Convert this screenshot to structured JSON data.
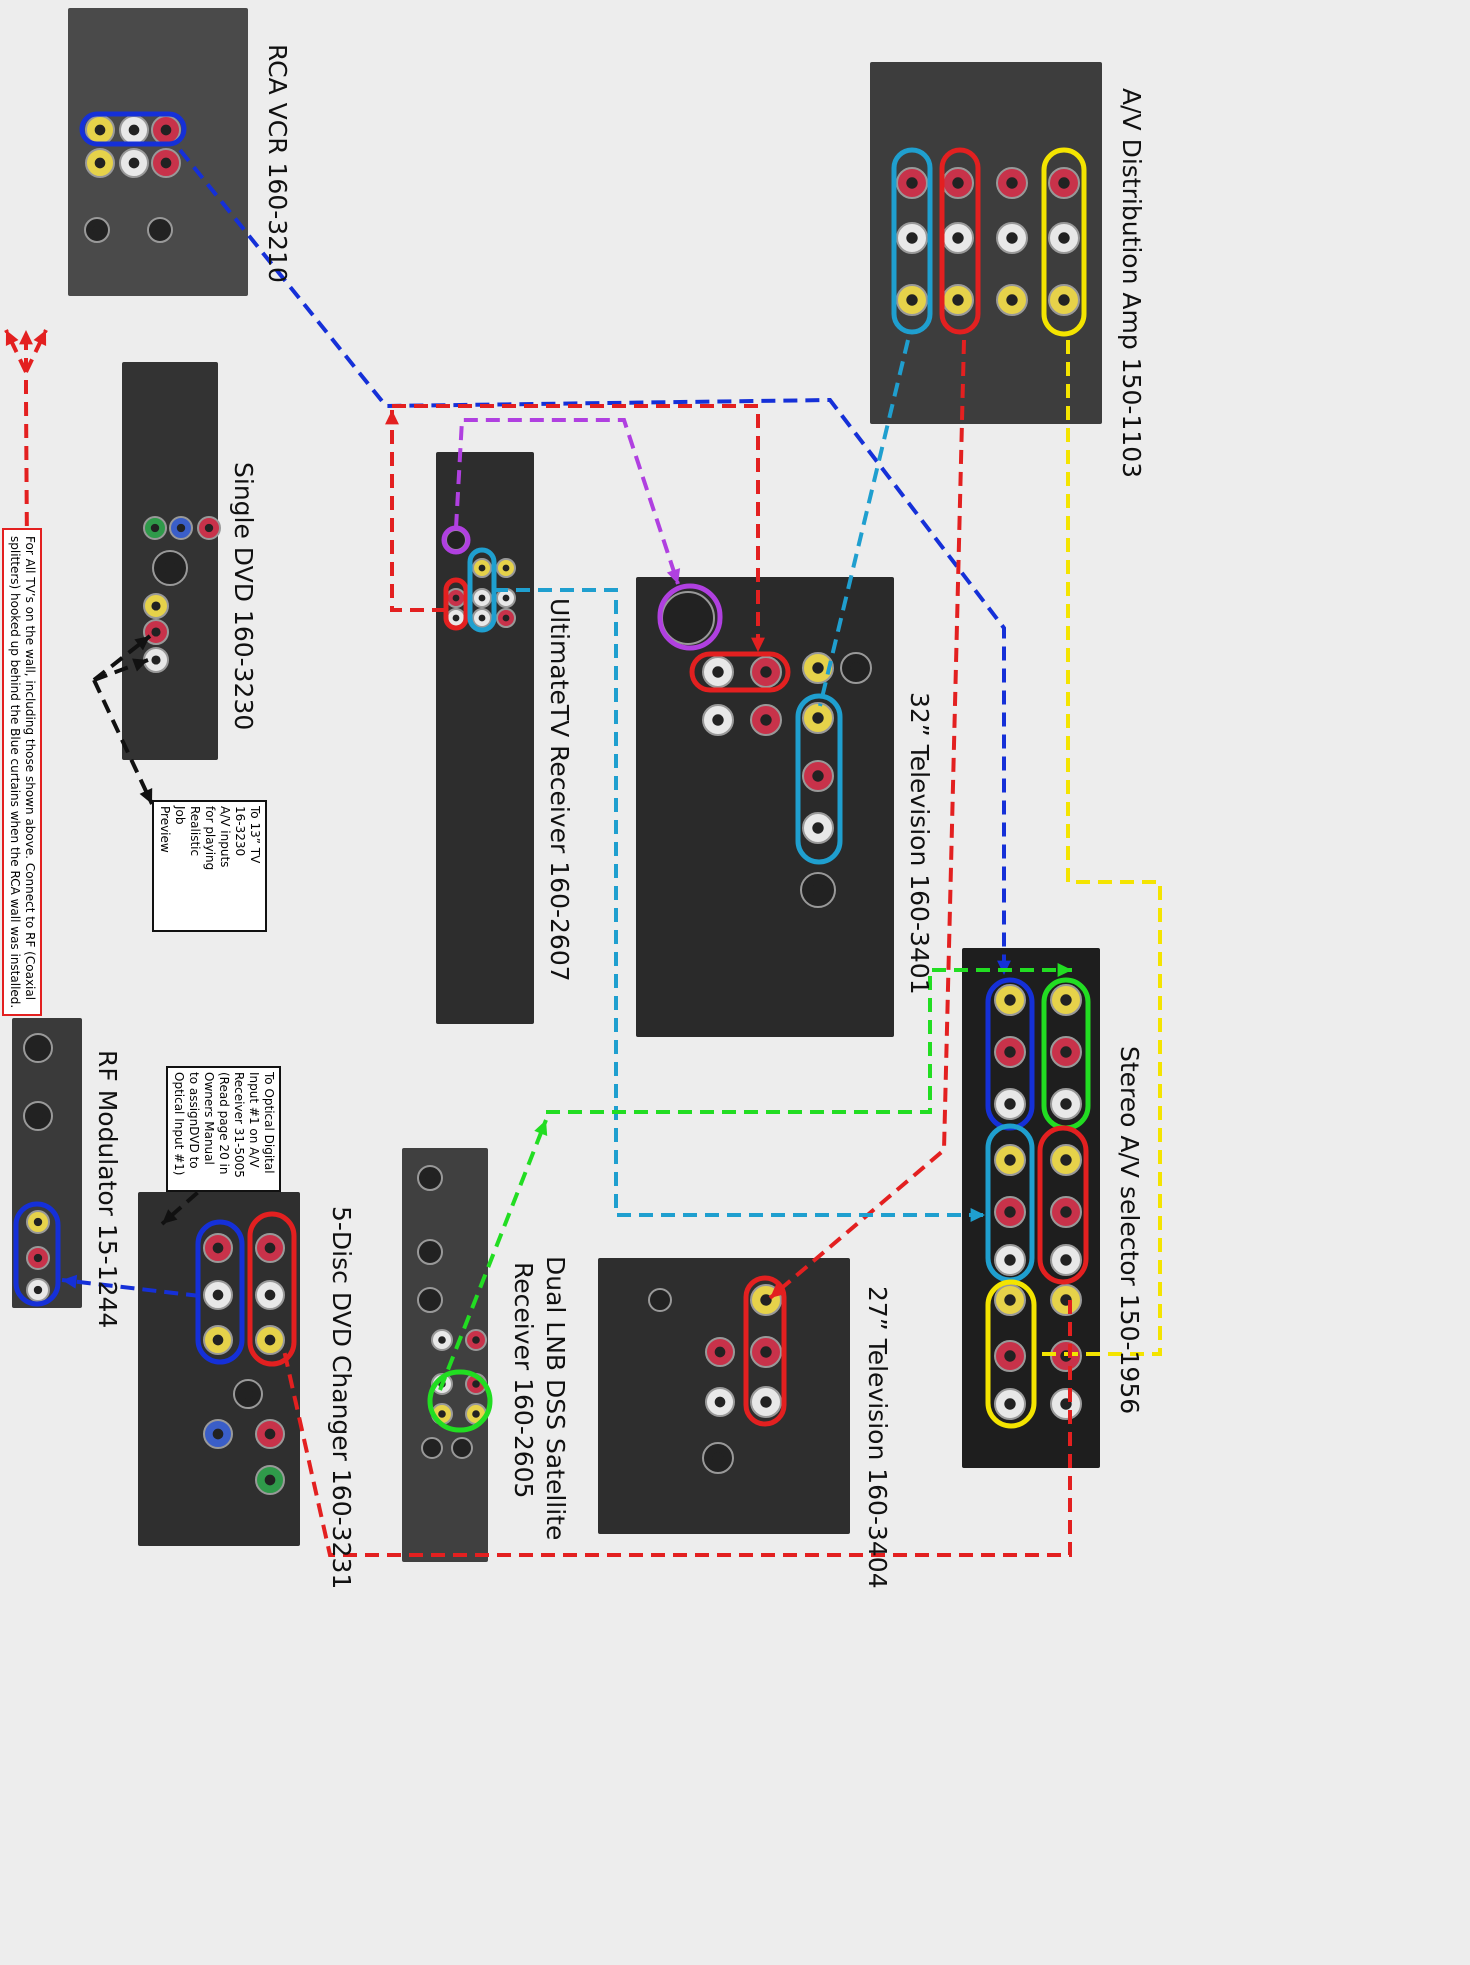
{
  "devices": {
    "rca_vcr": "RCA VCR 160-3210",
    "av_dist_amp": "A/V Distribution Amp  150-1103",
    "single_dvd": "Single DVD  160-3230",
    "ultimatetv": "UltimateTV Receiver 160-2607",
    "tv32": "32” Television 160-3401",
    "stereo_selector": "Stereo A/V selector  150-1956",
    "rf_modulator": "RF Modulator  15-1244",
    "dvd_changer": "5-Disc DVD Changer 160-3231",
    "dss_line1": "Dual LNB DSS Satellite",
    "dss_line2": "Receiver 160-2605",
    "tv27": "27” Television 160-3404"
  },
  "notes": {
    "tv13": [
      "To 13” TV",
      "16-3230",
      "A/V inputs",
      "for playing",
      "Realistic",
      "Job",
      "Preview"
    ],
    "optical": [
      "To Optical Digital",
      "Input #1 on A/V",
      "Receiver 31-5005",
      "(Read page 20 in",
      "Owners Manual",
      "to assignDVD to",
      "Optical Input #1)"
    ],
    "rf": [
      "For All  TV’s on the wall, including those shown above.  Connect to RF (Coaxial",
      "splitters) hooked up behind the Blue curtains when the RCA wall was installed."
    ]
  },
  "colors": {
    "red_wire": "#e32020",
    "blue_wire": "#1530d8",
    "cyan_wire": "#1f9fcf",
    "green_wire": "#22dd22",
    "yellow_wire": "#f4e400",
    "purple_wire": "#b040e0",
    "jack_red": "#c8324a",
    "jack_white": "#e8e8e8",
    "jack_yellow": "#e6d24a"
  }
}
